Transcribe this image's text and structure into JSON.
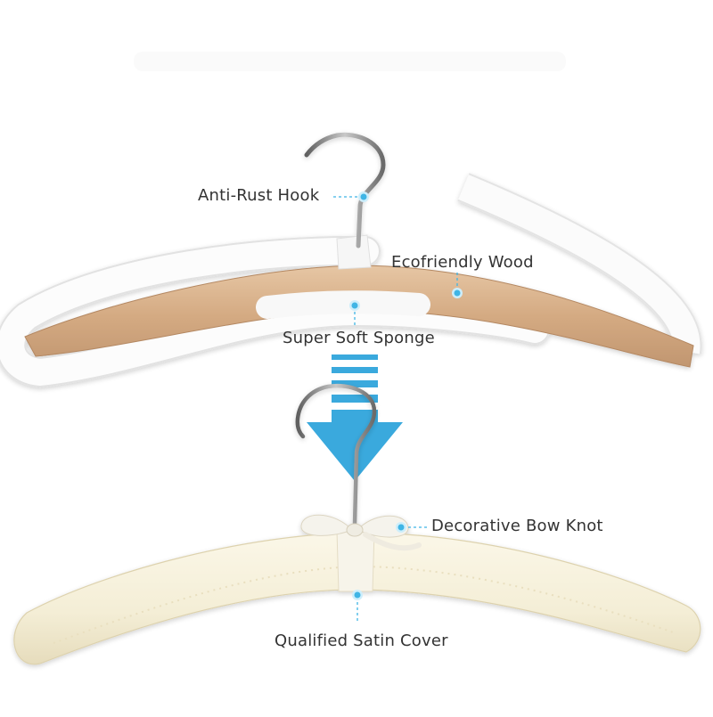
{
  "callouts": {
    "hook": "Anti-Rust Hook",
    "wood": "Ecofriendly Wood",
    "sponge": "Super Soft Sponge",
    "bow": "Decorative Bow Knot",
    "satin": "Qualified Satin Cover"
  },
  "colors": {
    "callout_dot": "#3fb5e5",
    "arrow": "#3aa9dd",
    "wood": "#d9b38e",
    "sponge": "#f7f7f7",
    "satin": "#f6f1dc",
    "hook_metal": "#8a8a8a",
    "label_text": "#333333"
  }
}
